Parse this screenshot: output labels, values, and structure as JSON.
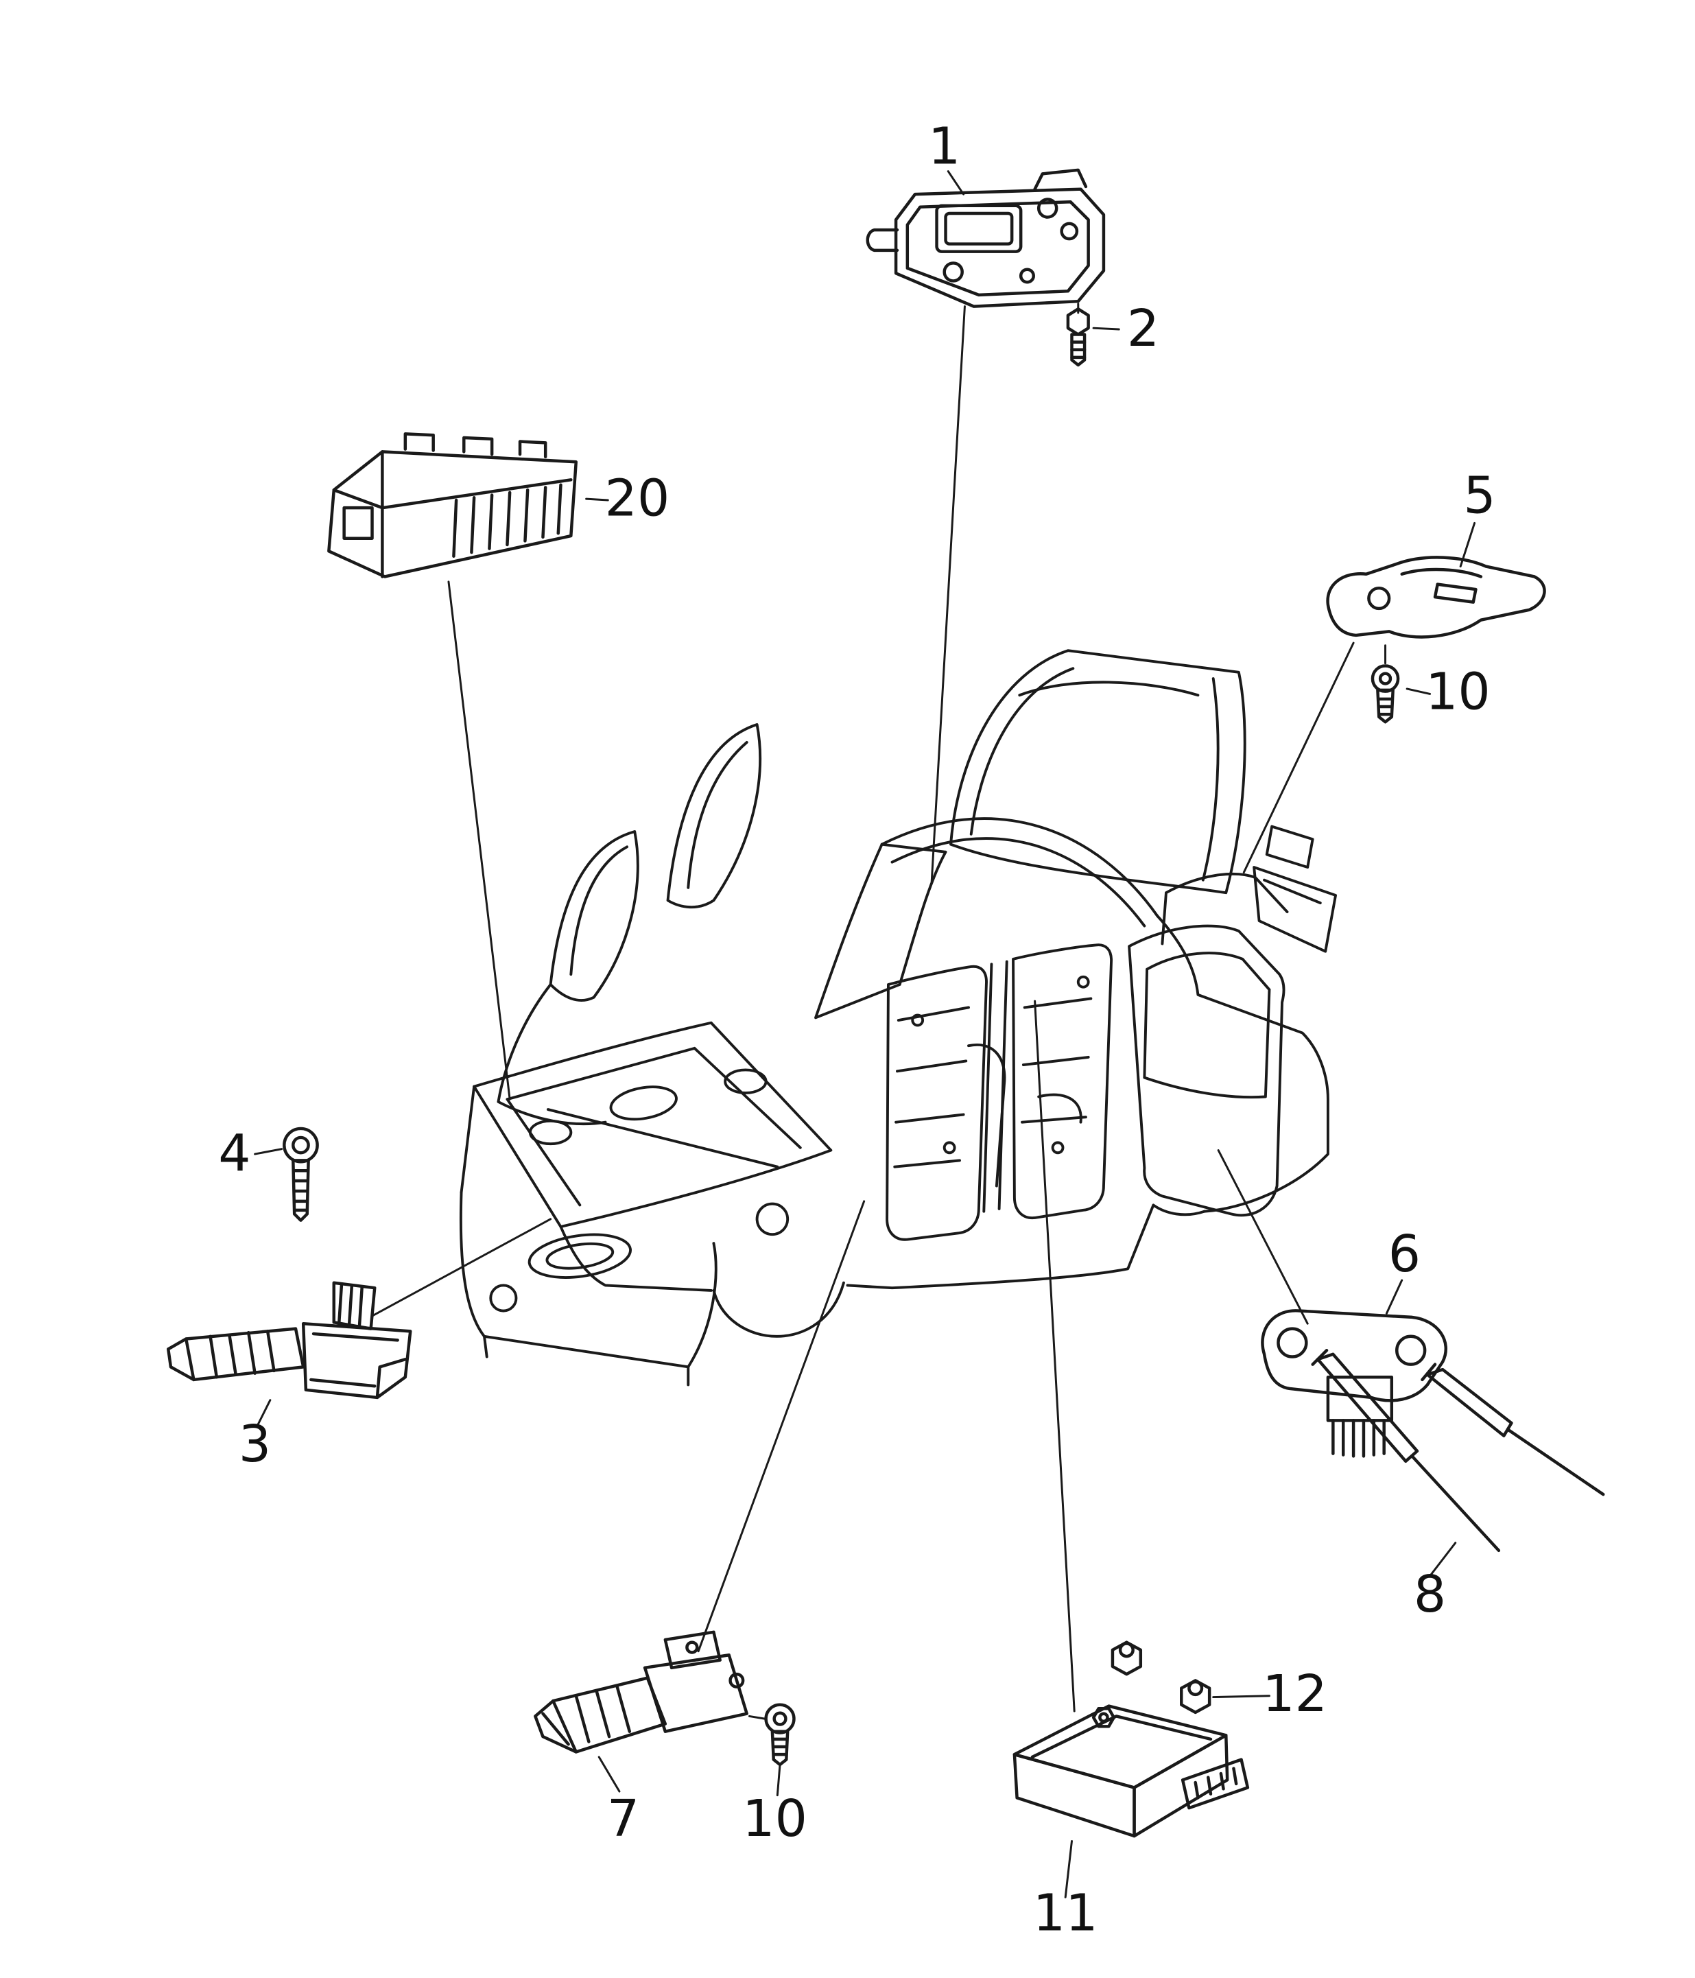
{
  "diagram": {
    "background": "#ffffff",
    "line_color": "#1a1a1a",
    "callouts": [
      {
        "id": "callout-1",
        "label": "1"
      },
      {
        "id": "callout-2",
        "label": "2"
      },
      {
        "id": "callout-20",
        "label": "20"
      },
      {
        "id": "callout-5",
        "label": "5"
      },
      {
        "id": "callout-10-upper",
        "label": "10"
      },
      {
        "id": "callout-4",
        "label": "4"
      },
      {
        "id": "callout-3",
        "label": "3"
      },
      {
        "id": "callout-6",
        "label": "6"
      },
      {
        "id": "callout-8",
        "label": "8"
      },
      {
        "id": "callout-7",
        "label": "7"
      },
      {
        "id": "callout-10-lower",
        "label": "10"
      },
      {
        "id": "callout-12",
        "label": "12"
      },
      {
        "id": "callout-11",
        "label": "11"
      }
    ]
  }
}
